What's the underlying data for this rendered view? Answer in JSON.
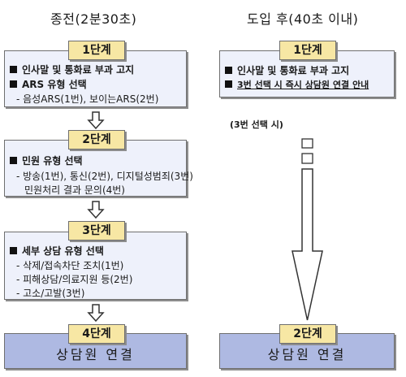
{
  "left": {
    "heading": "종전(2분30초)",
    "stage1": {
      "label": "1단계",
      "items": [
        {
          "bullet": true,
          "text": "인사말 및 통화료 부과 고지"
        },
        {
          "bullet": true,
          "text": "ARS 유형 선택"
        },
        {
          "bullet": false,
          "text": "- 음성ARS(1번), 보이는ARS(2번)"
        }
      ]
    },
    "stage2": {
      "label": "2단계",
      "items": [
        {
          "bullet": true,
          "text": "민원 유형 선택"
        },
        {
          "bullet": false,
          "text": "- 방송(1번), 통신(2번), 디지털성범죄(3번)"
        },
        {
          "bullet": false,
          "text": "민원처리 결과 문의(4번)"
        }
      ]
    },
    "stage3": {
      "label": "3단계",
      "items": [
        {
          "bullet": true,
          "text": "세부 상담 유형 선택"
        },
        {
          "bullet": false,
          "text": "- 삭제/접속차단 조치(1번)"
        },
        {
          "bullet": false,
          "text": "- 피해상담/의료지원 등(2번)"
        },
        {
          "bullet": false,
          "text": "- 고소/고발(3번)"
        }
      ]
    },
    "stage4": {
      "label": "4단계",
      "final": "상담원 연결"
    }
  },
  "right": {
    "heading": "도입 후(40초 이내)",
    "stage1": {
      "label": "1단계",
      "items": [
        {
          "bullet": true,
          "text": "인사말 및 통화료 부과 고지"
        },
        {
          "bullet": true,
          "text": "3번 선택 시 즉시 상담원 연결 안내"
        }
      ]
    },
    "note": "(3번 선택 시)",
    "stage2": {
      "label": "2단계",
      "final": "상담원 연결"
    }
  },
  "colors": {
    "stage_label_bg": "#f7e7a4",
    "step_box_bg": "#eef1fb",
    "final_box_bg": "#aeb9e2"
  }
}
